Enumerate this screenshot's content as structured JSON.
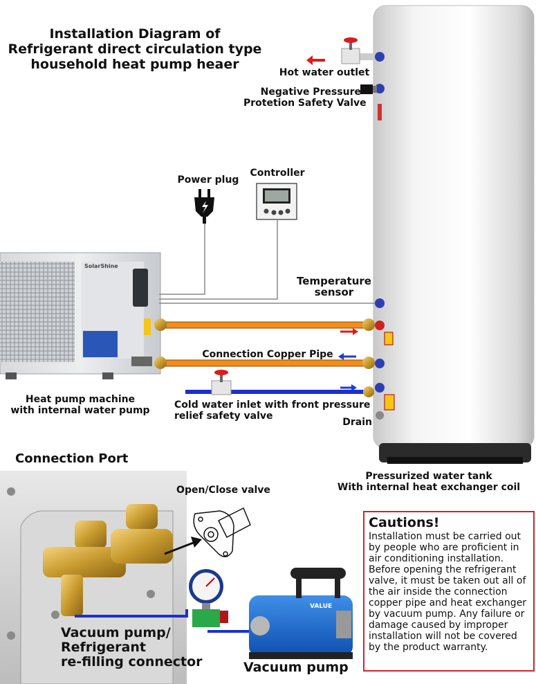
{
  "title": {
    "line1": "Installation Diagram of",
    "line2": "Refrigerant direct circulation type",
    "line3": "household heat pump heaer"
  },
  "labels": {
    "hot_water_outlet": "Hot water outlet",
    "negative_pressure_line1": "Negative Pressure",
    "negative_pressure_line2": "Protetion Safety Valve",
    "power_plug": "Power plug",
    "controller": "Controller",
    "temperature_sensor_line1": "Temperature",
    "temperature_sensor_line2": "sensor",
    "connection_copper_pipe": "Connection Copper Pipe",
    "heat_pump_line1": "Heat pump machine",
    "heat_pump_line2": "with internal water pump",
    "cold_water_line1": "Cold water inlet with front pressure",
    "cold_water_line2": "relief safety valve",
    "drain": "Drain",
    "connection_port": "Connection Port",
    "tank_line1": "Pressurized water tank",
    "tank_line2": "With internal heat exchanger coil",
    "open_close_valve": "Open/Close valve",
    "vacuum_connector_line1": "Vacuum pump/",
    "vacuum_connector_line2": "Refrigerant",
    "vacuum_connector_line3": "re-filling connector",
    "vacuum_pump": "Vacuum pump"
  },
  "unit_branding": {
    "brand": "SolarShine",
    "pump_brand": "VALUE"
  },
  "cautions": {
    "heading": "Cautions!",
    "text": "Installation must be carried out by people who are proficient in air conditioning installation. Before opening the refrigerant valve, it must be taken out all of the air inside the connection copper pipe and heat exchanger by vacuum pump. Any failure or damage caused by improper installation will not be covered by the product warranty."
  },
  "colors": {
    "copper_pipe": "#f28c1b",
    "cold_pipe": "#1c2fd0",
    "hot_arrow": "#e01a1a",
    "cold_arrow": "#1a3be0",
    "caution_border": "#c9272c"
  },
  "icons": [
    "power-plug-icon",
    "controller-icon",
    "gate-valve-icon",
    "gauge-icon"
  ]
}
